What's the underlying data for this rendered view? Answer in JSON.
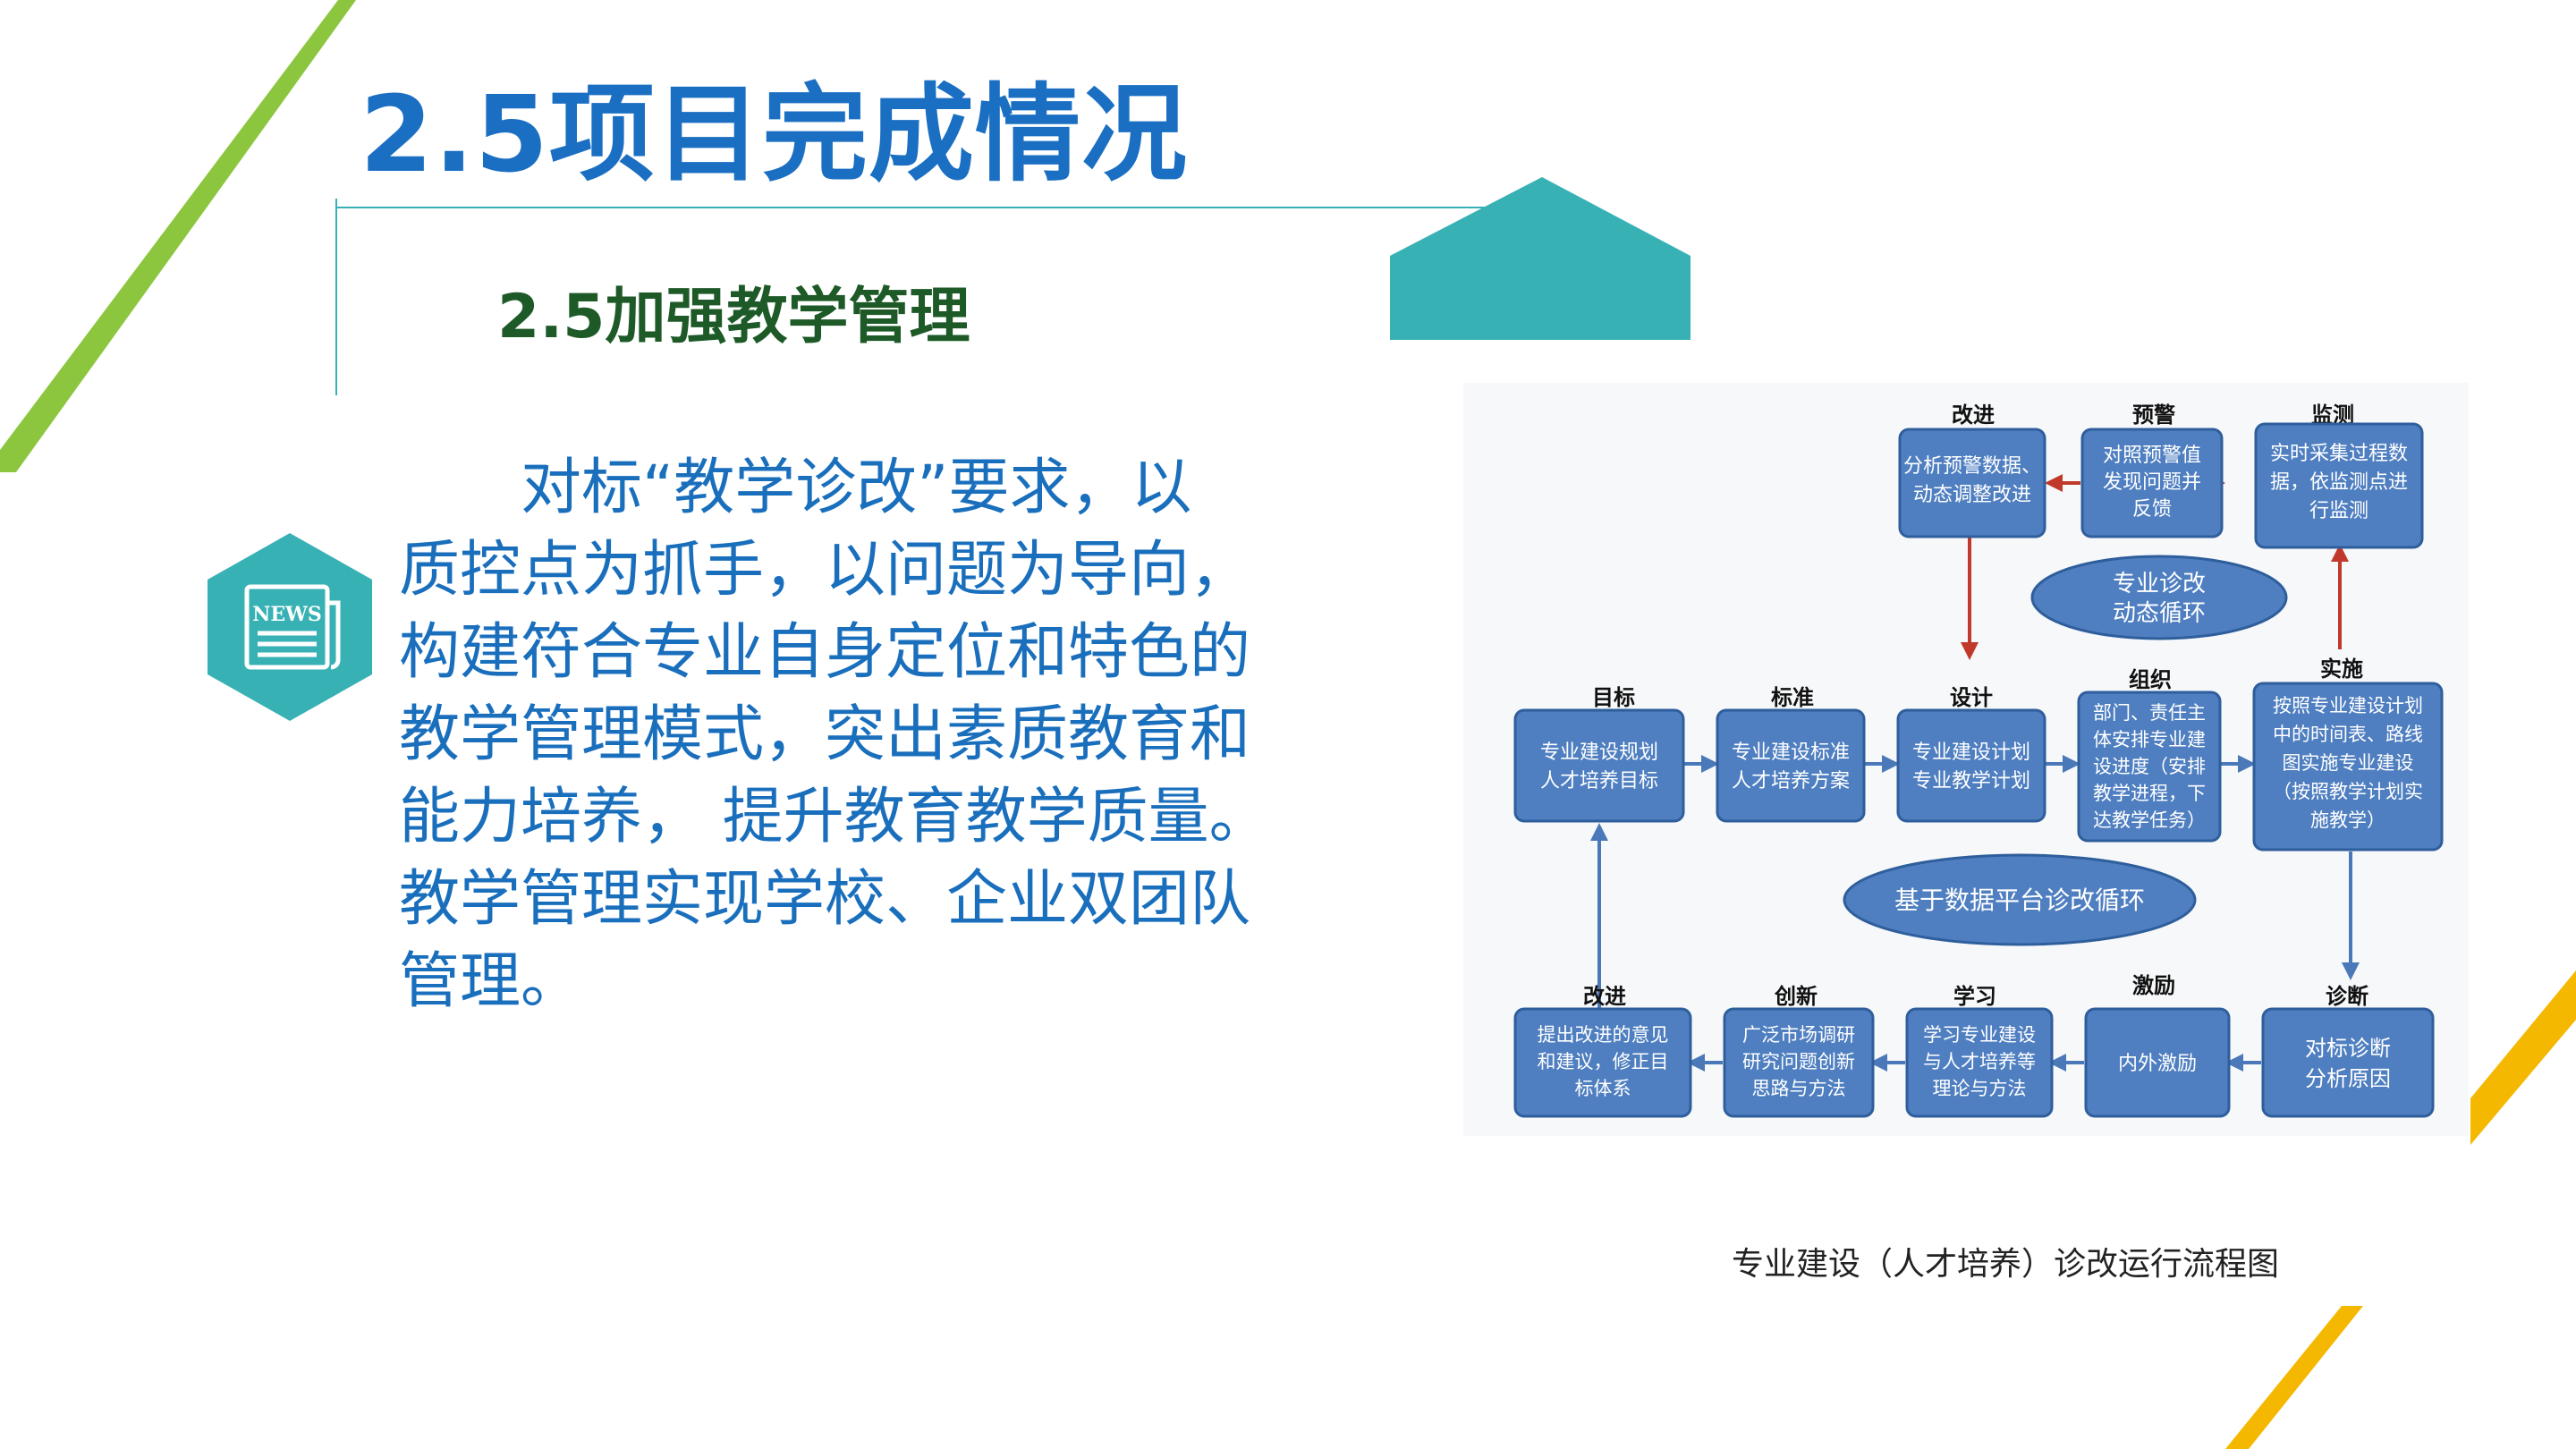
{
  "slide": {
    "title": "2.5项目完成情况",
    "subtitle": "2.5加强教学管理",
    "body_lines": [
      "　　对标“教学诊改”要求，以",
      "质控点为抓手，以问题为导向，",
      "构建符合专业自身定位和特色的",
      "教学管理模式，突出素质教育和",
      "能力培养， 提升教育教学质量。",
      "教学管理实现学校、企业双团队",
      "管理。"
    ],
    "news_icon_label": "NEWS",
    "caption": "专业建设（人才培养）诊改运行流程图"
  },
  "colors": {
    "title": "#1b6fc2",
    "subtitle": "#1d5a27",
    "body": "#1a6fbd",
    "green_stripe": "#8cc63f",
    "yellow_stripe": "#f5b800",
    "teal": "#38b1b5",
    "box_fill": "#4f7fc0",
    "box_stroke": "#2f5e9c",
    "arrow_red": "#c0392b",
    "arrow_blue": "#4a78b8"
  },
  "diagram": {
    "top_labels": {
      "gaijin": "改进",
      "yujing": "预警",
      "jiance": "监测"
    },
    "top_boxes": {
      "gaijin": [
        "分析预警数据、",
        "动态调整改进"
      ],
      "yujing": [
        "对照预警值",
        "发现问题并",
        "反馈"
      ],
      "jiance": [
        "实时采集过程数",
        "据，依监测点进",
        "行监测"
      ]
    },
    "inner_cycle": [
      "专业诊改",
      "动态循环"
    ],
    "mid_labels": {
      "mubiao": "目标",
      "biaozhun": "标准",
      "sheji": "设计",
      "zuzhi": "组织",
      "shishi": "实施"
    },
    "mid_boxes": {
      "mubiao": [
        "专业建设规划",
        "人才培养目标"
      ],
      "biaozhun": [
        "专业建设标准",
        "人才培养方案"
      ],
      "sheji": [
        "专业建设计划",
        "专业教学计划"
      ],
      "zuzhi": [
        "部门、责任主",
        "体安排专业建",
        "设进度（安排",
        "教学进程，下",
        "达教学任务）"
      ],
      "shishi": [
        "按照专业建设计划",
        "中的时间表、路线",
        "图实施专业建设",
        "（按照教学计划实",
        "施教学）"
      ]
    },
    "platform_cycle": "基于数据平台诊改循环",
    "bottom_labels": {
      "gaijin": "改进",
      "chuangxin": "创新",
      "xuexi": "学习",
      "jili": "激励",
      "zhenduan": "诊断"
    },
    "bottom_boxes": {
      "gaijin": [
        "提出改进的意见",
        "和建议，修正目",
        "标体系"
      ],
      "chuangxin": [
        "广泛市场调研",
        "研究问题创新",
        "思路与方法"
      ],
      "xuexi": [
        "学习专业建设",
        "与人才培养等",
        "理论与方法"
      ],
      "jili": [
        "内外激励"
      ],
      "zhenduan": [
        "对标诊断",
        "分析原因"
      ]
    }
  }
}
